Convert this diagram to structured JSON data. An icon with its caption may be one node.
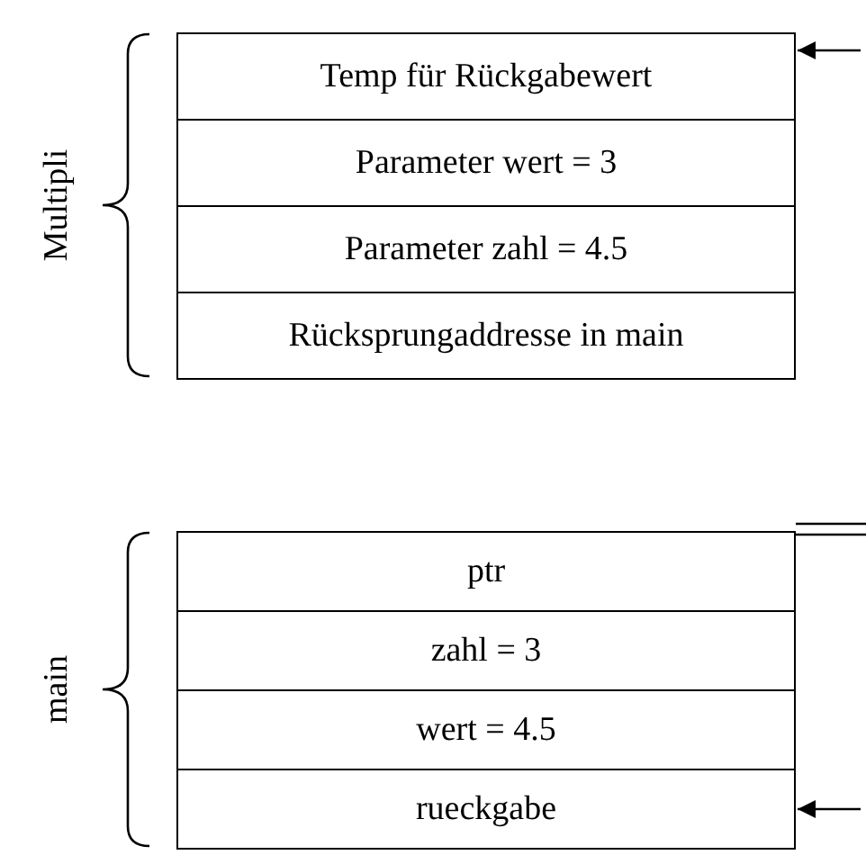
{
  "diagram": {
    "nodes": [
      {
        "text": [
          "Multipli"
        ]
      },
      {
        "text": [
          "Temp für Rückgabewert"
        ],
        "in": 0
      },
      {
        "text": [
          "Parameter wert = 3"
        ],
        "in": 0
      },
      {
        "text": [
          "Parameter zahl = 4.5"
        ],
        "in": 0
      },
      {
        "text": [
          "Rücksprungaddresse in main"
        ],
        "in": 0
      },
      {
        "text": [
          "main"
        ]
      },
      {
        "text": [
          "ptr"
        ],
        "in": 5
      },
      {
        "text": [
          "zahl = 3"
        ],
        "in": 5
      },
      {
        "text": [
          "wert = 4.5"
        ],
        "in": 5
      },
      {
        "text": [
          "rueckgabe"
        ],
        "in": 5
      }
    ],
    "edges": [
      {
        "from": null,
        "to": 1,
        "arrow": "to"
      },
      {
        "from": 6,
        "to": null,
        "arrow": "none"
      },
      {
        "from": null,
        "to": 9,
        "arrow": "to"
      }
    ]
  }
}
